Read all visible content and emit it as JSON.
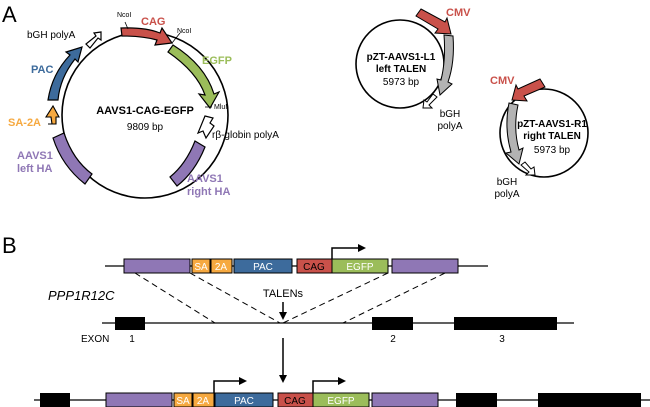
{
  "colors": {
    "cag": "#c9514a",
    "egfp": "#9bbd5a",
    "pac": "#3d6b9c",
    "sa2a": "#f6a940",
    "ha": "#8f77b5",
    "talen": "#b3b3b3",
    "black": "#000000"
  },
  "panelA": {
    "label": "A",
    "main_plasmid": {
      "name": "AAVS1-CAG-EGFP",
      "size": "9809 bp",
      "features": {
        "cag": "CAG",
        "egfp": "EGFP",
        "pac": "PAC",
        "sa2a": "SA-2A",
        "bgh": "bGH polyA",
        "rbglobin": "rβ-globin polyA",
        "left_ha_1": "AAVS1",
        "left_ha_2": "left HA",
        "right_ha_1": "AAVS1",
        "right_ha_2": "right HA"
      },
      "sites": {
        "ncoi_1": "NcoI",
        "ncoi_2": "NcoI",
        "mlui": "MluI"
      }
    },
    "left_talen": {
      "name": "pZT-AAVS1-L1",
      "subtitle": "left TALEN",
      "size": "5973 bp",
      "cmv": "CMV",
      "bgh_1": "bGH",
      "bgh_2": "polyA"
    },
    "right_talen": {
      "name": "pZT-AAVS1-R1",
      "subtitle": "right TALEN",
      "size": "5973 bp",
      "cmv": "CMV",
      "bgh_1": "bGH",
      "bgh_2": "polyA"
    }
  },
  "panelB": {
    "label": "B",
    "gene": "PPP1R12C",
    "talens": "TALENs",
    "exon_label": "EXON",
    "exons": [
      "1",
      "2",
      "3"
    ],
    "cassette": {
      "sa": "SA",
      "twoa": "2A",
      "pac": "PAC",
      "cag": "CAG",
      "egfp": "EGFP"
    }
  }
}
